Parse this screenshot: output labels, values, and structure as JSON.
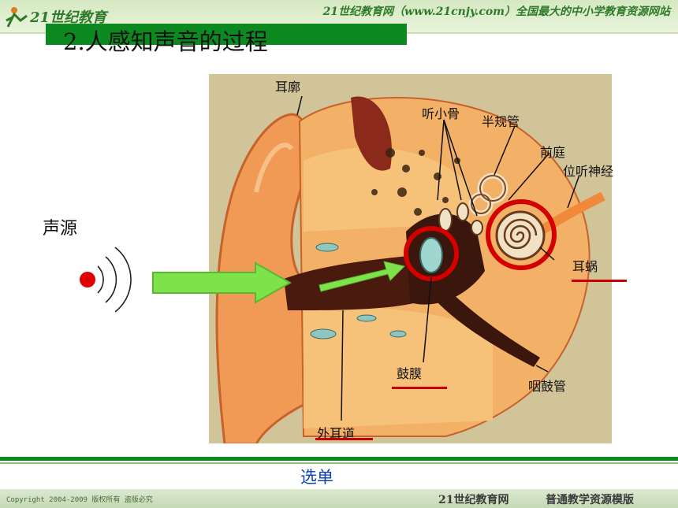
{
  "header": {
    "logo_text": "21世纪教育",
    "site_line": "21世纪教育网（www.21cnjy.com）全国最大的中小学教育资源网站"
  },
  "slide": {
    "title": "2.人感知声音的过程",
    "source_label": "声源"
  },
  "figure": {
    "labels": {
      "auricle": "耳廓",
      "ossicles": "听小骨",
      "semicircular_canals": "半规管",
      "vestibule": "前庭",
      "vestibulocochlear_nerve": "位听神经",
      "cochlea": "耳蜗",
      "eardrum": "鼓膜",
      "eustachian_tube": "咽鼓管",
      "ear_canal": "外耳道"
    },
    "colors": {
      "highlight_circle": "#d40000",
      "arrow": "#7ee24a",
      "underline": "#c80000"
    }
  },
  "nav": {
    "menu_label": "选单"
  },
  "footer": {
    "copyright": "Copyright 2004-2009 版权所有 盗版必究",
    "brand": "21世纪教育网",
    "template": "普通教学资源模版"
  }
}
